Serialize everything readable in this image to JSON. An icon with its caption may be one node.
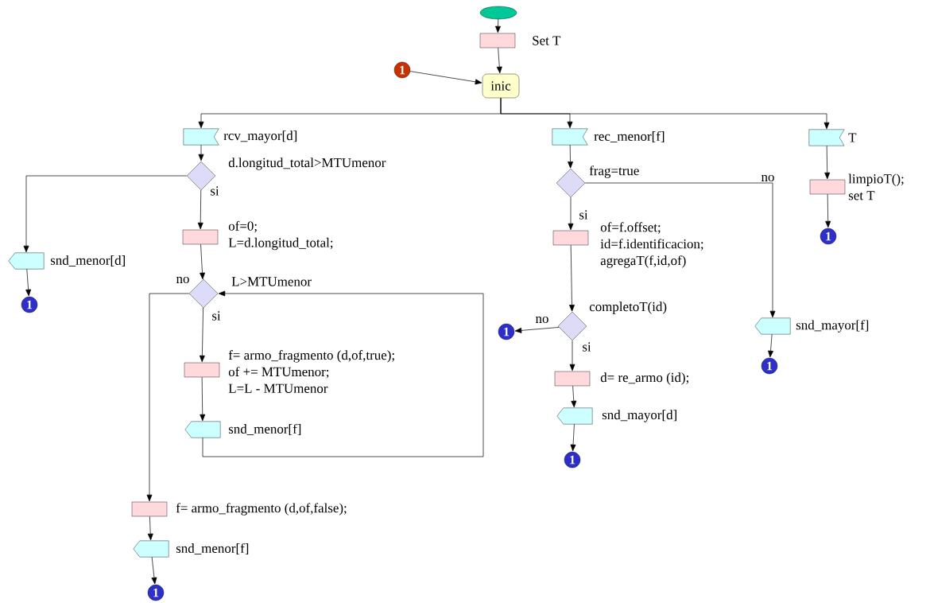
{
  "diagram": {
    "nodes": [
      {
        "text": [],
        "shape": "ellipse"
      },
      {
        "text": [
          "Set T"
        ]
      },
      {
        "text": [
          "1"
        ]
      },
      {
        "text": [
          "inic"
        ]
      },
      {
        "text": [
          "rcv_mayor[d]"
        ]
      },
      {
        "text": [
          "d.longitud_total>MTUmenor"
        ]
      },
      {
        "text": [
          "snd_menor[d]"
        ]
      },
      {
        "text": [
          "1"
        ]
      },
      {
        "text": [
          "of=0;",
          "L=d.longitud_total;"
        ]
      },
      {
        "text": [
          "L>MTUmenor"
        ]
      },
      {
        "text": [
          "f= armo_fragmento (d,of,true);",
          "of += MTUmenor;",
          "L=L - MTUmenor"
        ]
      },
      {
        "text": [
          "snd_menor[f]"
        ]
      },
      {
        "text": [
          "f= armo_fragmento (d,of,false);"
        ]
      },
      {
        "text": [
          "snd_menor[f]"
        ]
      },
      {
        "text": [
          "1"
        ]
      },
      {
        "text": [
          "rec_menor[f]"
        ]
      },
      {
        "text": [
          "frag=true"
        ]
      },
      {
        "text": [
          "of=f.offset;",
          "id=f.identificacion;",
          "agregaT(f,id,of)"
        ]
      },
      {
        "text": [
          "completoT(id)"
        ]
      },
      {
        "text": [
          "1"
        ]
      },
      {
        "text": [
          "d= re_armo (id);"
        ]
      },
      {
        "text": [
          "snd_mayor[d]"
        ]
      },
      {
        "text": [
          "1"
        ]
      },
      {
        "text": [
          "snd_mayor[f]"
        ]
      },
      {
        "text": [
          "1"
        ]
      },
      {
        "text": [
          "T"
        ]
      },
      {
        "text": [
          "limpioT();",
          "set T"
        ]
      },
      {
        "text": [
          "1"
        ]
      }
    ],
    "edges": [
      {
        "from": 0,
        "to": 1,
        "arrow": "to"
      },
      {
        "from": 1,
        "to": 3,
        "arrow": "to"
      },
      {
        "from": 2,
        "to": 3,
        "arrow": "to"
      },
      {
        "from": 3,
        "to": 4,
        "arrow": "to"
      },
      {
        "from": 3,
        "to": 15,
        "arrow": "to"
      },
      {
        "from": 3,
        "to": 25,
        "arrow": "to"
      },
      {
        "from": 4,
        "to": 5,
        "arrow": "to"
      },
      {
        "from": 5,
        "to": 6,
        "arrow": "to"
      },
      {
        "from": 5,
        "to": 8,
        "arrow": "to",
        "label": "si"
      },
      {
        "from": 6,
        "to": 7,
        "arrow": "to"
      },
      {
        "from": 8,
        "to": 9,
        "arrow": "to"
      },
      {
        "from": 9,
        "to": 10,
        "arrow": "to",
        "label": "si"
      },
      {
        "from": 9,
        "to": 12,
        "arrow": "to",
        "label": "no"
      },
      {
        "from": 10,
        "to": 11,
        "arrow": "to"
      },
      {
        "from": 11,
        "to": 9,
        "arrow": "to"
      },
      {
        "from": 12,
        "to": 13,
        "arrow": "to"
      },
      {
        "from": 13,
        "to": 14,
        "arrow": "to"
      },
      {
        "from": 15,
        "to": 16,
        "arrow": "to"
      },
      {
        "from": 16,
        "to": 17,
        "arrow": "to",
        "label": "si"
      },
      {
        "from": 16,
        "to": 23,
        "arrow": "to",
        "label": "no"
      },
      {
        "from": 17,
        "to": 18,
        "arrow": "to"
      },
      {
        "from": 18,
        "to": 19,
        "arrow": "to",
        "label": "no"
      },
      {
        "from": 18,
        "to": 20,
        "arrow": "to",
        "label": "si"
      },
      {
        "from": 20,
        "to": 21,
        "arrow": "to"
      },
      {
        "from": 21,
        "to": 22,
        "arrow": "to"
      },
      {
        "from": 23,
        "to": 24,
        "arrow": "to"
      },
      {
        "from": 25,
        "to": 26,
        "arrow": "to"
      },
      {
        "from": 26,
        "to": 27,
        "arrow": "to"
      }
    ]
  }
}
